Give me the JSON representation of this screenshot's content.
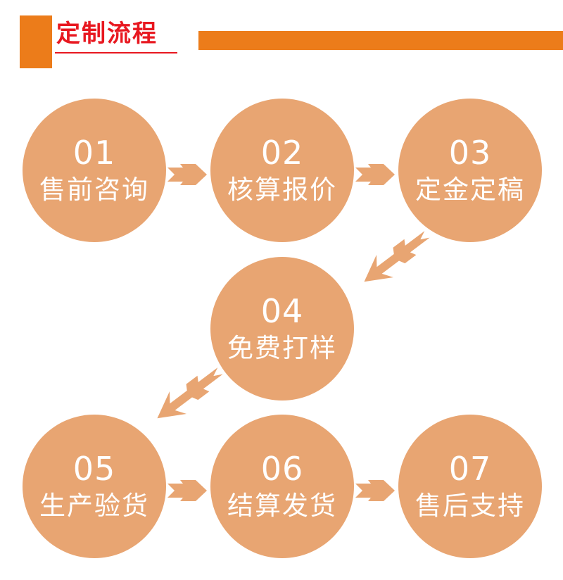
{
  "header": {
    "title": "定制流程"
  },
  "colors": {
    "accent": "#ec7c1a",
    "title_red": "#e81820",
    "circle": "#e8a572",
    "text": "#ffffff"
  },
  "steps": [
    {
      "number": "01",
      "label": "售前咨询"
    },
    {
      "number": "02",
      "label": "核算报价"
    },
    {
      "number": "03",
      "label": "定金定稿"
    },
    {
      "number": "04",
      "label": "免费打样"
    },
    {
      "number": "05",
      "label": "生产验货"
    },
    {
      "number": "06",
      "label": "结算发货"
    },
    {
      "number": "07",
      "label": "售后支持"
    }
  ]
}
